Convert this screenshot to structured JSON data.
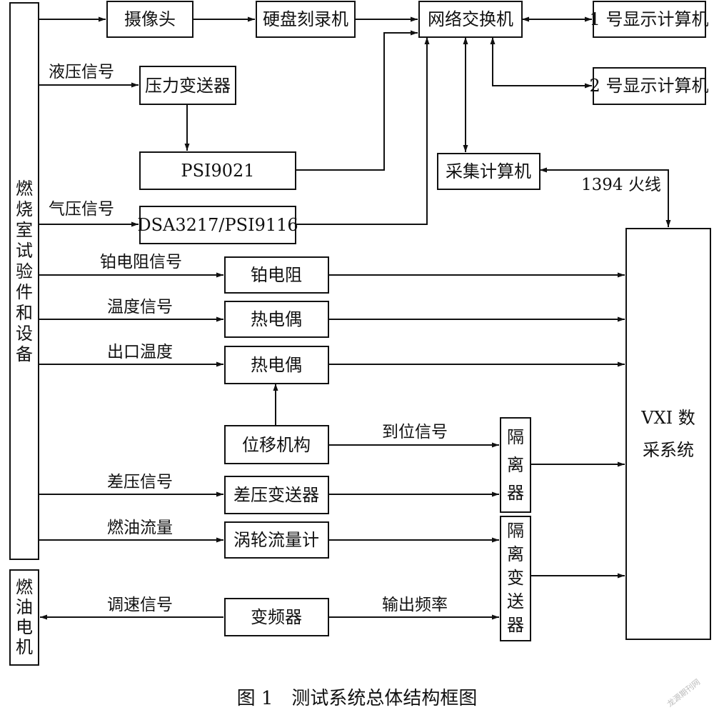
{
  "nodes": {
    "combustor": [
      "燃",
      "烧",
      "室",
      "试",
      "验",
      "件",
      "和",
      "设",
      "备"
    ],
    "fuel_motor": [
      "燃",
      "油",
      "电",
      "机"
    ],
    "camera": "摄像头",
    "dvr": "硬盘刻录机",
    "switch": "网络交换机",
    "display1": "1 号显示计算机",
    "display2": "2 号显示计算机",
    "pressure_transmitter": "压力变送器",
    "psi9021": "PSI9021",
    "dsa": "DSA3217/PSI9116",
    "acq_computer": "采集计算机",
    "pt_resistor": "铂电阻",
    "thermocouple1": "热电偶",
    "thermocouple2": "热电偶",
    "displacement": "位移机构",
    "dp_transmitter": "差压变送器",
    "turbine_meter": "涡轮流量计",
    "vfd": "变频器",
    "isolator": [
      "隔",
      "离",
      "器"
    ],
    "isolating_transmitter": [
      "隔",
      "离",
      "变",
      "送",
      "器"
    ],
    "vxi": [
      "VXI 数",
      "采系统"
    ]
  },
  "edges": {
    "hydraulic": "液压信号",
    "pneumatic": "气压信号",
    "pt_signal": "铂电阻信号",
    "temp_signal": "温度信号",
    "outlet_temp": "出口温度",
    "in_position": "到位信号",
    "dp_signal": "差压信号",
    "fuel_flow": "燃油流量",
    "speed_signal": "调速信号",
    "output_freq": "输出频率",
    "firewire": "1394 火线"
  },
  "caption": "图 1　测试系统总体结构框图",
  "watermark": "龙源期刊网"
}
